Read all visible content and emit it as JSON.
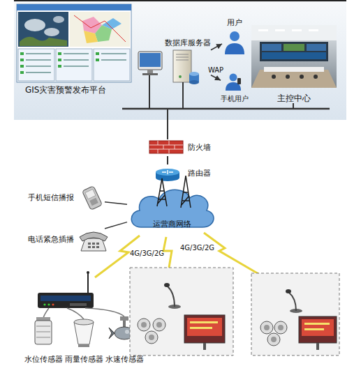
{
  "diagram": {
    "nodes": [
      {
        "text": [
          "GIS灾害预警发布平台"
        ]
      },
      {
        "text": [
          "数据库服务器"
        ]
      },
      {
        "text": [
          "用户"
        ]
      },
      {
        "text": [
          "手机用户"
        ]
      },
      {
        "text": [
          "主控中心"
        ]
      },
      {
        "text": [
          "防火墙"
        ]
      },
      {
        "text": [
          "路由器"
        ]
      },
      {
        "text": [
          "手机短信播报"
        ]
      },
      {
        "text": [
          "运营商网络"
        ]
      },
      {
        "text": [
          "电话紧急插播"
        ]
      },
      {
        "text": [
          "水位传感器"
        ]
      },
      {
        "text": [
          "雨量传感器"
        ]
      },
      {
        "text": [
          "水速传感器"
        ]
      }
    ],
    "edges": [
      {
        "from": 1,
        "to": 2,
        "arrow": "to"
      },
      {
        "from": 1,
        "to": 3,
        "label": "WAP",
        "arrow": "to"
      },
      {
        "from": 5,
        "to": 0,
        "arrow": "none"
      },
      {
        "from": 5,
        "to": 1,
        "arrow": "none"
      },
      {
        "from": 5,
        "to": 4,
        "arrow": "none"
      },
      {
        "from": 5,
        "to": 6,
        "arrow": "none"
      },
      {
        "from": 6,
        "to": 8,
        "arrow": "none"
      },
      {
        "from": 7,
        "to": 8,
        "arrow": "none"
      },
      {
        "from": 9,
        "to": 8,
        "arrow": "none"
      }
    ],
    "labels": [
      "4G/3G/2G",
      "4G/3G/2G"
    ]
  }
}
